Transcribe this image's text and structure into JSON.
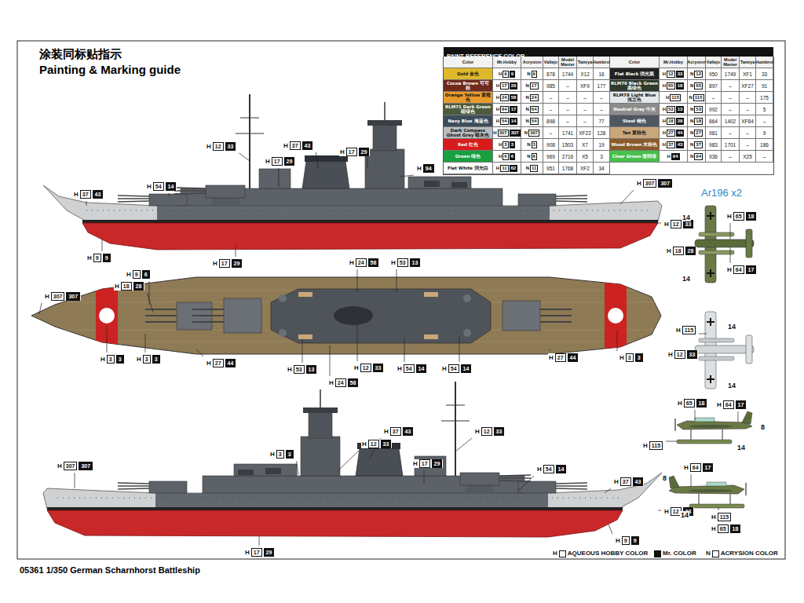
{
  "diagram": {
    "title": "Painting & Marking guide",
    "caption": "05361 1/350 German Scharnhorst Battleship",
    "labels": [
      "涂装同标贴指示",
      "PAINT REFERENCE COLOR",
      "Color",
      "Mr.Hobby",
      "Acrysion",
      "Vallejo",
      "Model Master",
      "Tamiya",
      "Humbrol",
      "Color",
      "Mr.Hobby",
      "Acrysion",
      "Vallejo",
      "Model Master",
      "Tamiya",
      "Humbrol",
      "H",
      "9",
      "9",
      "N",
      "9",
      "878",
      "1744",
      "X12",
      "16",
      "H",
      "12",
      "33",
      "N",
      "12",
      "950",
      "1749",
      "XF1",
      "33",
      "H",
      "17",
      "29",
      "N",
      "17",
      "985",
      "–",
      "XF9",
      "177",
      "H",
      "65",
      "18",
      "N",
      "65",
      "897",
      "–",
      "XF27",
      "91",
      "H",
      "24",
      "58",
      "N",
      "24",
      "–",
      "–",
      "–",
      "–",
      "H",
      "115",
      "N",
      "115",
      "–",
      "–",
      "–",
      "175",
      "H",
      "64",
      "17",
      "N",
      "64",
      "–",
      "–",
      "–",
      "–",
      "H",
      "53",
      "13",
      "N",
      "53",
      "992",
      "–",
      "–",
      "5",
      "H",
      "54",
      "14",
      "N",
      "54",
      "898",
      "–",
      "–",
      "77",
      "H",
      "18",
      "28",
      "N",
      "18",
      "864",
      "1402",
      "XF84",
      "–",
      "H",
      "307",
      "307",
      "N",
      "307",
      "–",
      "1741",
      "XF22",
      "128",
      "H",
      "27",
      "44",
      "N",
      "27",
      "981",
      "–",
      "–",
      "9",
      "H",
      "3",
      "3",
      "N",
      "3",
      "908",
      "1503",
      "X7",
      "19",
      "H",
      "37",
      "43",
      "N",
      "37",
      "983",
      "1701",
      "–",
      "186",
      "H",
      "6",
      "6",
      "N",
      "6",
      "969",
      "2716",
      "X5",
      "3",
      "H",
      "94",
      "N",
      "94",
      "936",
      "–",
      "X25",
      "–",
      "H",
      "11",
      "62",
      "N",
      "11",
      "951",
      "1768",
      "XF2",
      "34",
      "H",
      "12",
      "33",
      "H",
      "37",
      "43",
      "H",
      "17",
      "29",
      "H",
      "17",
      "29",
      "H",
      "94",
      "H",
      "54",
      "14",
      "H",
      "37",
      "43",
      "H",
      "307",
      "307",
      "H",
      "12",
      "33",
      "H",
      "9",
      "9",
      "H",
      "17",
      "29",
      "H",
      "24",
      "58",
      "H",
      "53",
      "13",
      "H",
      "9",
      "6",
      "H",
      "18",
      "28",
      "H",
      "307",
      "307",
      "H",
      "3",
      "3",
      "H",
      "3",
      "3",
      "H",
      "27",
      "44",
      "H",
      "53",
      "13",
      "H",
      "12",
      "33",
      "H",
      "54",
      "14",
      "H",
      "54",
      "14",
      "H",
      "24",
      "58",
      "H",
      "27",
      "44",
      "H",
      "3",
      "3",
      "H",
      "37",
      "43",
      "H",
      "12",
      "33",
      "H",
      "12",
      "33",
      "H",
      "17",
      "29",
      "H",
      "3",
      "3",
      "H",
      "54",
      "14",
      "H",
      "37",
      "43",
      "H",
      "307",
      "307",
      "H",
      "12",
      "33",
      "H",
      "9",
      "9",
      "H",
      "17",
      "29",
      "Ar196 x2",
      "14",
      "14",
      "H",
      "65",
      "18",
      "H",
      "18",
      "28",
      "H",
      "64",
      "17",
      "14",
      "14",
      "H",
      "115",
      "H",
      "12",
      "33",
      "H",
      "65",
      "18",
      "H",
      "64",
      "17",
      "8",
      "H",
      "115",
      "14",
      "H",
      "64",
      "17",
      "8",
      "14",
      "H",
      "115",
      "H",
      "65",
      "18",
      "H",
      "N"
    ],
    "legend": [
      {
        "text": "Gold 金色",
        "color": "#e0b82a"
      },
      {
        "text": "Flat Black 消光黑",
        "color": "#222222"
      },
      {
        "text": "Cocoa Brown 可可棕",
        "color": "#6e2a1c"
      },
      {
        "text": "RLM70 Black Green 黑绿色",
        "color": "#2f3b2c"
      },
      {
        "text": "Orange Yellow 黄橙色",
        "color": "#e89a2c"
      },
      {
        "text": "RLM78 Light Blue 浅兰色",
        "color": "#e2e8ec"
      },
      {
        "text": "RLM71 Dark Green 暗绿色",
        "color": "#4c5b3b"
      },
      {
        "text": "Neutral Gray 中灰",
        "color": "#8c8c8c"
      },
      {
        "text": "Navy Blue 海蓝色",
        "color": "#3c4c5c"
      },
      {
        "text": "Steel 钢色",
        "color": "#4f5760"
      },
      {
        "text": "Dark Compass Ghost Grey 暗灰色",
        "color": "#b9bcc0"
      },
      {
        "text": "Tan 黄棕色",
        "color": "#c9a77a"
      },
      {
        "text": "Red 红色",
        "color": "#d81c1c"
      },
      {
        "text": "Wood Brown 木棕色",
        "color": "#8a5a2a"
      },
      {
        "text": "Green 绿色",
        "color": "#18a040"
      },
      {
        "text": "Clear Green 透明绿",
        "color": "#46c04a"
      },
      {
        "text": "Flat White 消光白",
        "color": "#ffffff"
      },
      {
        "text": "AQUEOUS HOBBY COLOR"
      },
      {
        "text": "Mr. COLOR"
      },
      {
        "text": "ACRYSION COLOR"
      }
    ]
  }
}
